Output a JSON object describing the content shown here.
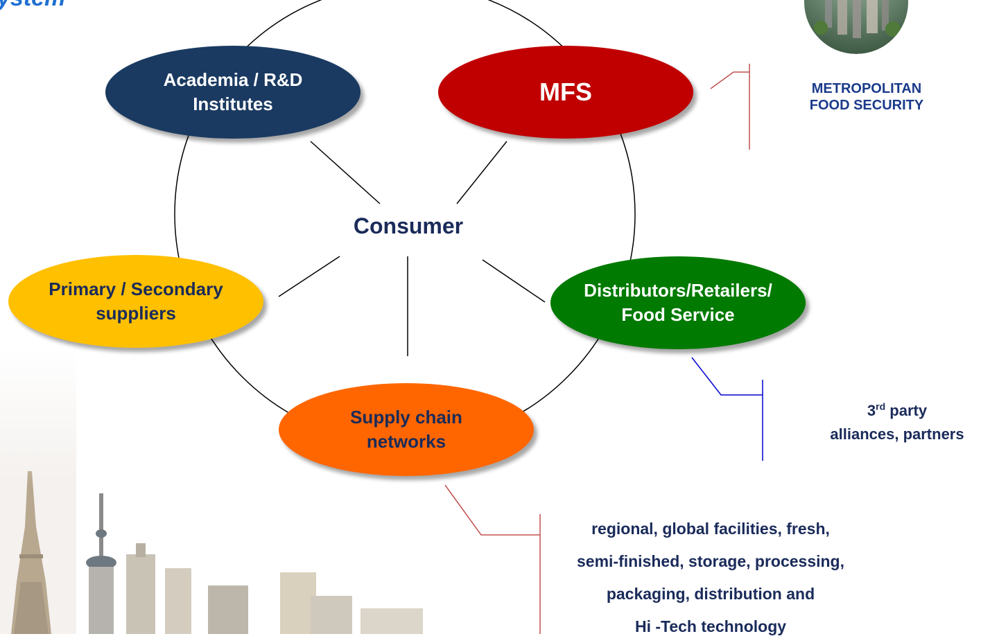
{
  "header": {
    "title_fragment": "ystem"
  },
  "diagram": {
    "center_label": "Consumer",
    "nodes": {
      "academia": {
        "line1": "Academia / R&D",
        "line2": "Institutes",
        "color": "#1a3a61"
      },
      "mfs": {
        "label": "MFS",
        "color": "#c00000"
      },
      "primary": {
        "line1": "Primary / Secondary",
        "line2": "suppliers",
        "color": "#ffc000"
      },
      "distributors": {
        "line1": "Distributors/Retailers/",
        "line2": "Food Service",
        "color": "#007a00"
      },
      "supply": {
        "line1": "Supply chain",
        "line2": "networks",
        "color": "#ff6600"
      }
    },
    "callouts": {
      "mfs_caption": {
        "line1": "METROPOLITAN",
        "line2": "FOOD SECURITY"
      },
      "party": {
        "ordinal": "3",
        "superscript": "rd",
        "line1_rest": " party",
        "line2": "alliances, partners"
      },
      "facilities": {
        "line1": "regional, global facilities,  fresh,",
        "line2": "semi-finished, storage, processing,",
        "line3": "packaging, distribution and",
        "line4": "Hi -Tech technology"
      }
    }
  },
  "images": {
    "globe": "city-globe-image",
    "skyline": "city-skyline-image"
  },
  "colors": {
    "text_dark": "#1a2b5a",
    "caption_blue": "#1a3a8a",
    "connector_red": "#c0504d",
    "connector_blue": "#0000cc"
  }
}
